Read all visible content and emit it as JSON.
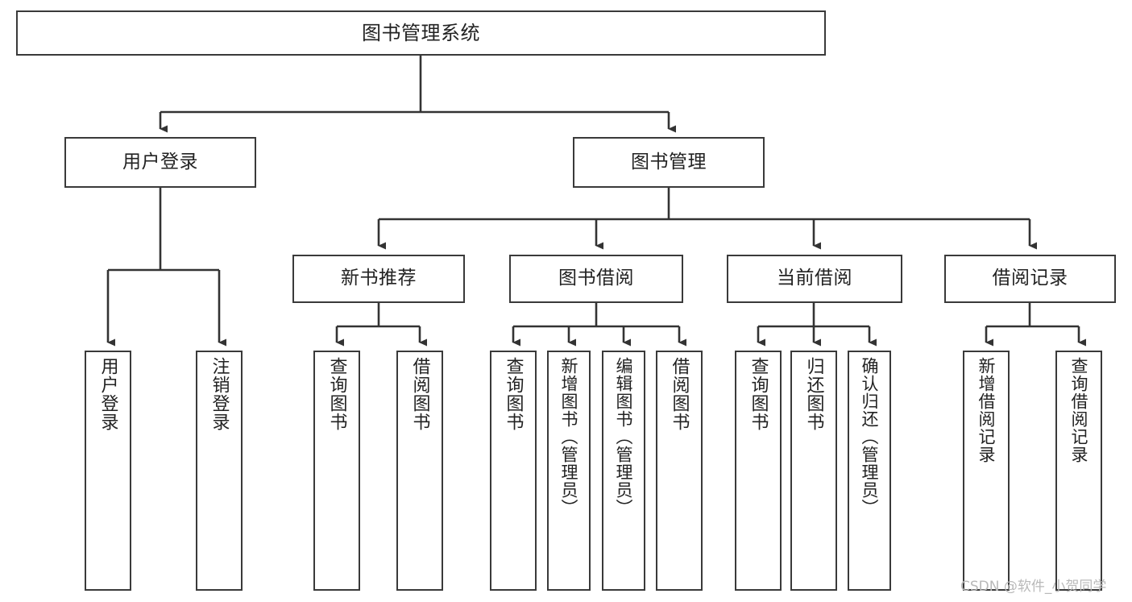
{
  "diagram": {
    "type": "tree-hierarchy-chart",
    "title": "图书管理系统",
    "watermark": "CSDN @软件_小贺同学",
    "colors": {
      "box_border": "#3a3a3a",
      "box_fill": "#ffffff",
      "connector": "#333333",
      "text": "#222222",
      "watermark": "#b9b9b9",
      "background": "#ffffff"
    },
    "root": {
      "label": "图书管理系统"
    },
    "level1": [
      {
        "label": "用户登录"
      },
      {
        "label": "图书管理"
      }
    ],
    "level2_under_book_management": [
      {
        "label": "新书推荐"
      },
      {
        "label": "图书借阅"
      },
      {
        "label": "当前借阅"
      },
      {
        "label": "借阅记录"
      }
    ],
    "leaves_user_login": [
      {
        "label": "用户登录"
      },
      {
        "label": "注销登录"
      }
    ],
    "leaves_new_book": [
      {
        "label": "查询图书"
      },
      {
        "label": "借阅图书"
      }
    ],
    "leaves_book_borrow": [
      {
        "label": "查询图书"
      },
      {
        "label": "新增图书（管理员）"
      },
      {
        "label": "编辑图书（管理员）"
      },
      {
        "label": "借阅图书"
      }
    ],
    "leaves_current_borrow": [
      {
        "label": "查询图书"
      },
      {
        "label": "归还图书"
      },
      {
        "label": "确认归还（管理员）"
      }
    ],
    "leaves_borrow_record": [
      {
        "label": "新增借阅记录"
      },
      {
        "label": "查询借阅记录"
      }
    ]
  }
}
